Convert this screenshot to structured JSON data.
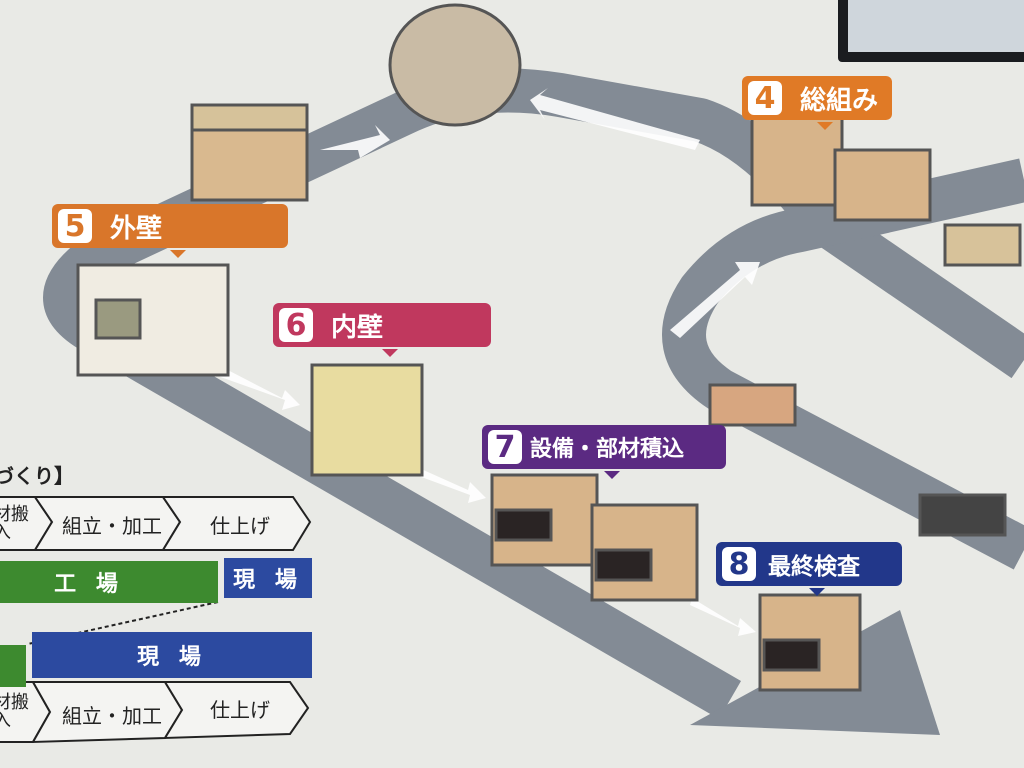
{
  "steps": [
    {
      "num": "4",
      "label": "総組み",
      "color": "#e07a26"
    },
    {
      "num": "5",
      "label": "外壁",
      "color": "#d9762a"
    },
    {
      "num": "6",
      "label": "内壁",
      "color": "#c0385e"
    },
    {
      "num": "7",
      "label": "設備・部材積込",
      "color": "#5b2a82"
    },
    {
      "num": "8",
      "label": "最終検査",
      "color": "#22378a"
    }
  ],
  "legend": {
    "title": "家づくり】",
    "row1": {
      "stages": [
        "部材搬入",
        "組立・加工",
        "仕上げ"
      ],
      "factory": "工 場",
      "site": "現 場"
    },
    "row2": {
      "stages": [
        "部材搬入",
        "組立・加工",
        "仕上げ"
      ],
      "site": "現 場"
    }
  },
  "colors": {
    "road": "#7f8791",
    "factory": "#3d8a2f",
    "site": "#2c4aa0"
  }
}
